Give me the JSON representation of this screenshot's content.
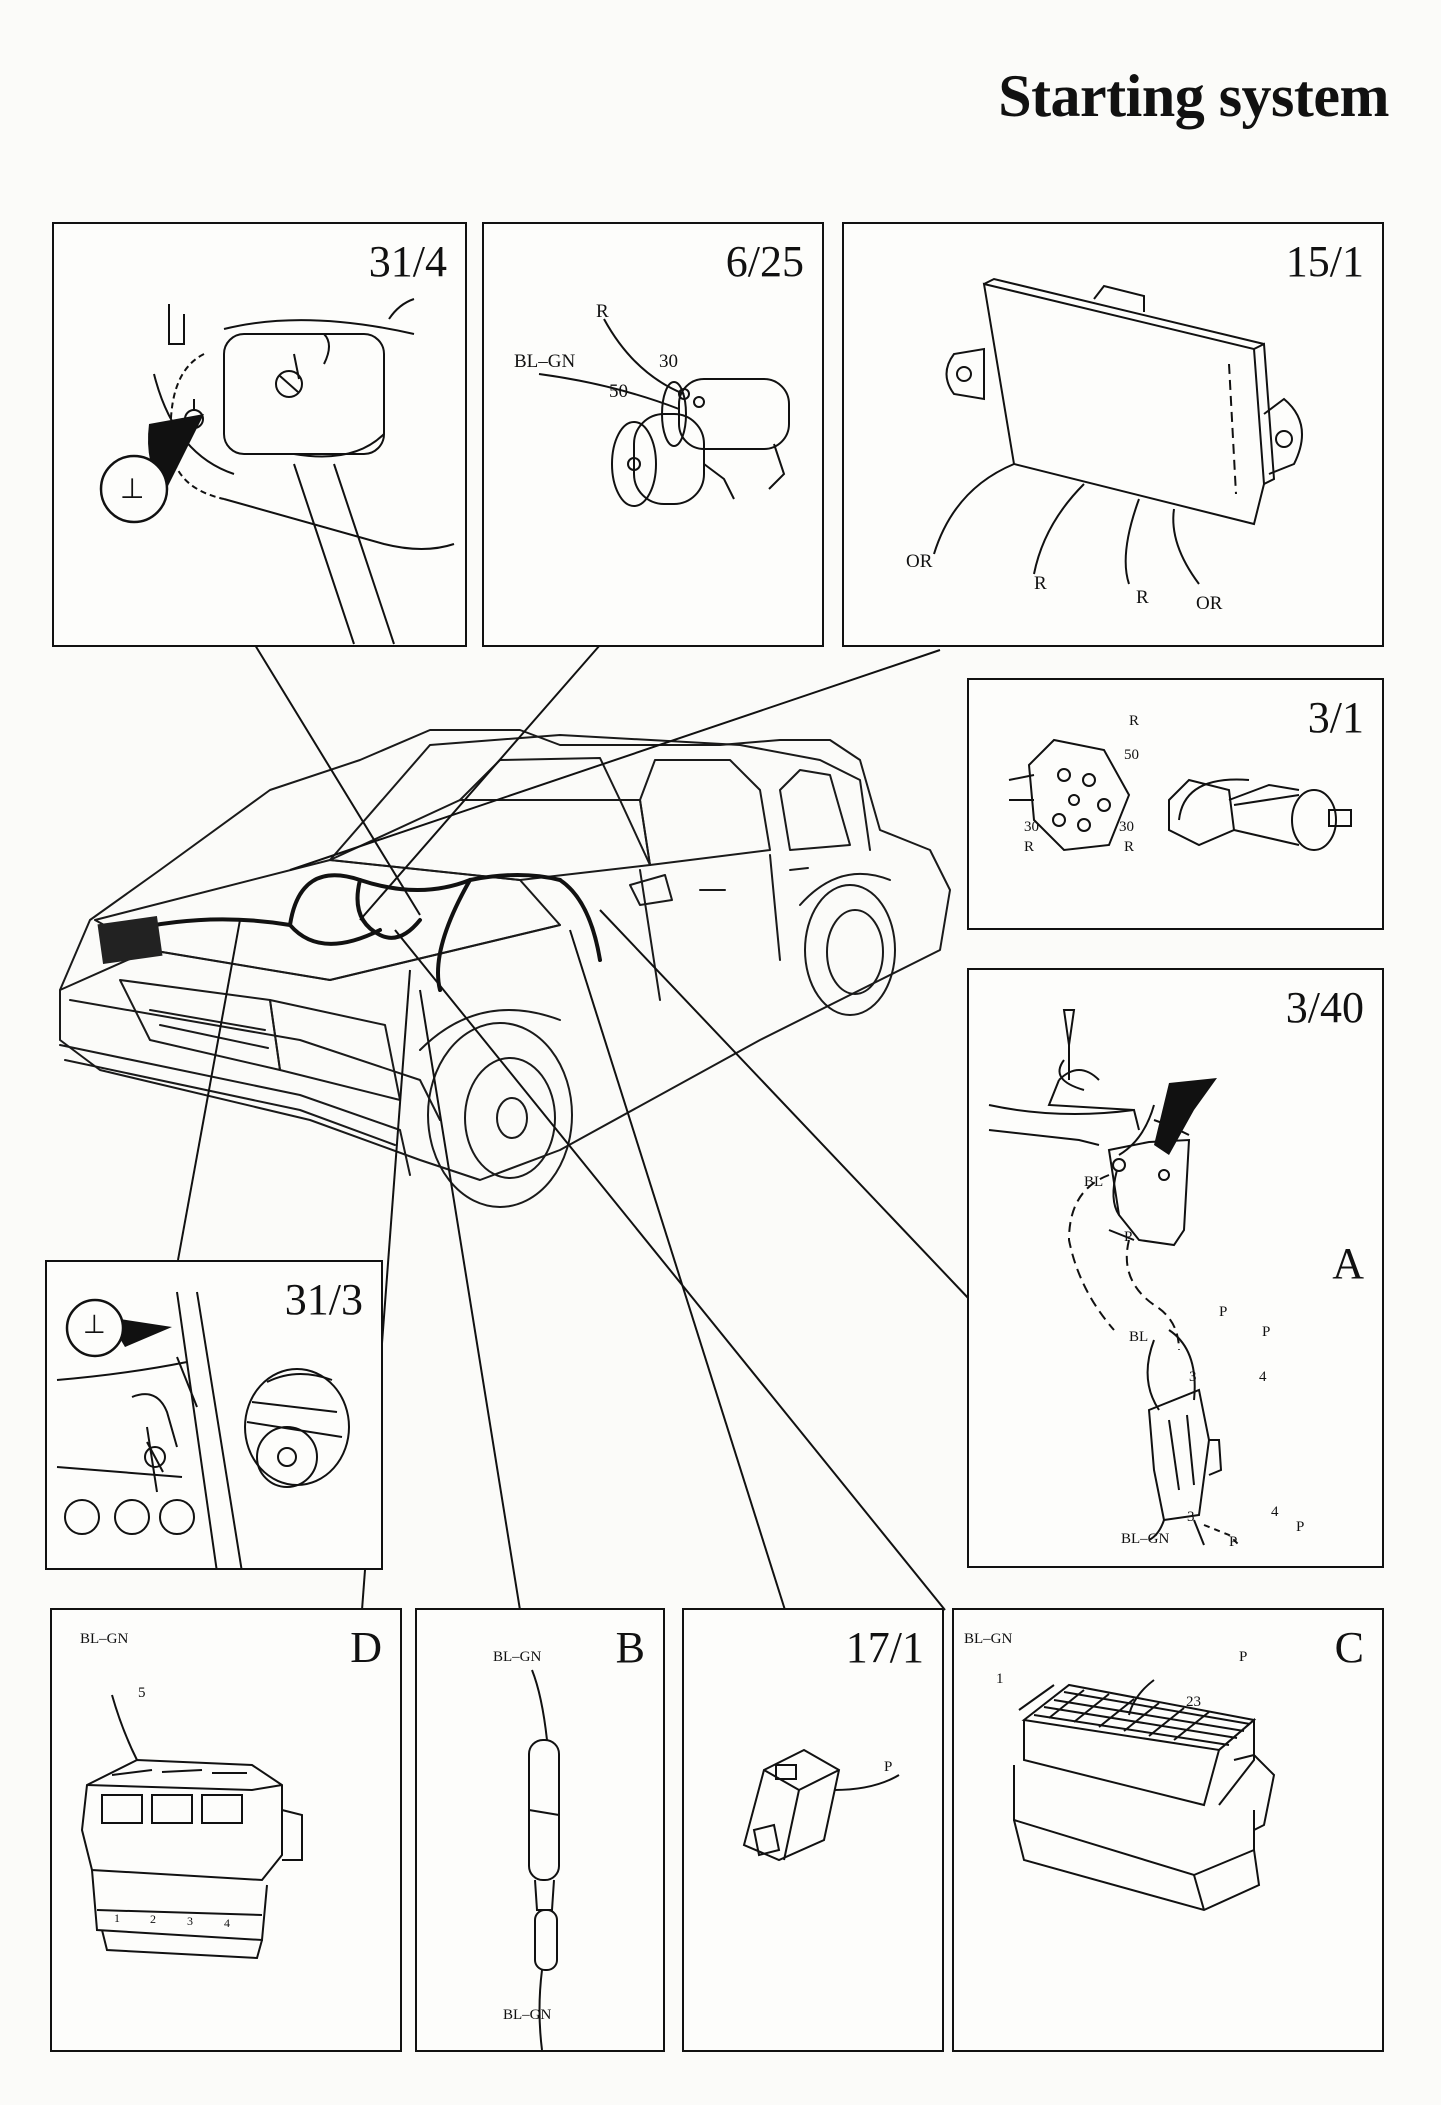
{
  "page": {
    "title": "Starting system"
  },
  "panels": {
    "p31_4": {
      "id": "31/4",
      "ground_symbol": "⊥",
      "mark": ""
    },
    "p6_25": {
      "id": "6/25",
      "labels": {
        "r": "R",
        "bl_gn": "BL–GN",
        "t30": "30",
        "t50": "50"
      }
    },
    "p15_1": {
      "id": "15/1",
      "labels": {
        "or1": "OR",
        "r1": "R",
        "r2": "R",
        "or2": "OR"
      }
    },
    "p3_1": {
      "id": "3/1",
      "labels": {
        "r_top": "R",
        "t50": "50",
        "t30a": "30",
        "ra": "R",
        "t30b": "30",
        "rb": "R"
      }
    },
    "p3_40": {
      "id": "3/40",
      "sub_id": "A",
      "labels": {
        "bl1": "BL",
        "p1": "P",
        "p2": "P",
        "p3": "P",
        "bl2": "BL",
        "t3a": "3",
        "t4a": "4",
        "t3b": "3",
        "t4b": "4",
        "bl_gn": "BL–GN",
        "p4": "P",
        "p5": "P"
      }
    },
    "p31_3": {
      "id": "31/3",
      "ground_symbol": "⊥"
    },
    "pD": {
      "id": "D",
      "labels": {
        "bl_gn": "BL–GN",
        "t5": "5",
        "n1": "1",
        "n2": "2",
        "n3": "3",
        "n4": "4"
      }
    },
    "pB": {
      "id": "B",
      "labels": {
        "bl_gn_top": "BL–GN",
        "bl_gn_bottom": "BL–GN"
      }
    },
    "p17_1": {
      "id": "17/1",
      "labels": {
        "p": "P"
      }
    },
    "pC": {
      "id": "C",
      "labels": {
        "bl_gn": "BL–GN",
        "t1": "1",
        "p": "P",
        "t23": "23"
      }
    }
  }
}
